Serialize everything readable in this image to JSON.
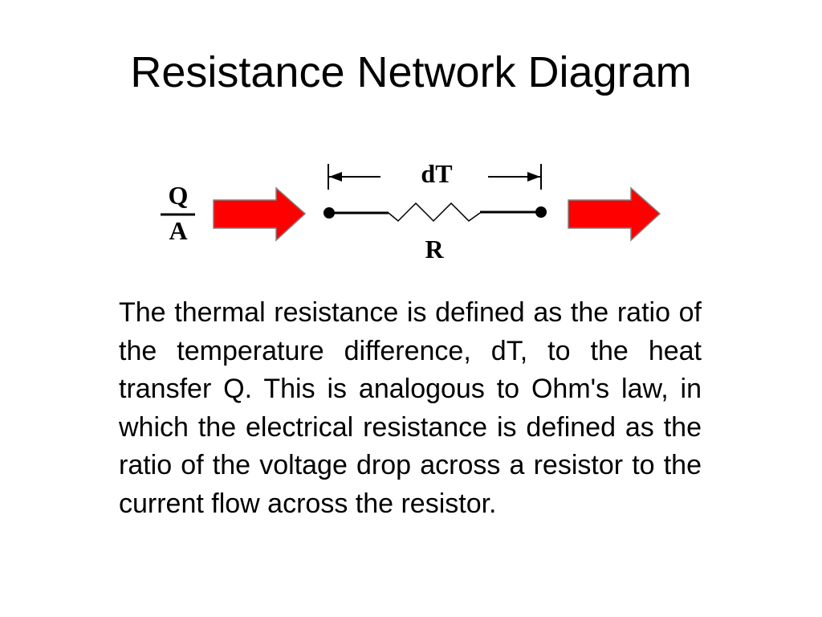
{
  "title": "Resistance Network Diagram",
  "diagram": {
    "flux_numerator": "Q",
    "flux_denominator": "A",
    "temperature_label": "dT",
    "resistance_label": "R",
    "arrow_color": "#ff0000",
    "arrow_outline_color": "#808080"
  },
  "description": "The thermal resistance is defined as the ratio of the temperature difference, dT, to the heat transfer Q. This is analogous to Ohm's law, in which the electrical resistance is defined as the ratio of the voltage drop across a resistor to the current flow across the resistor."
}
